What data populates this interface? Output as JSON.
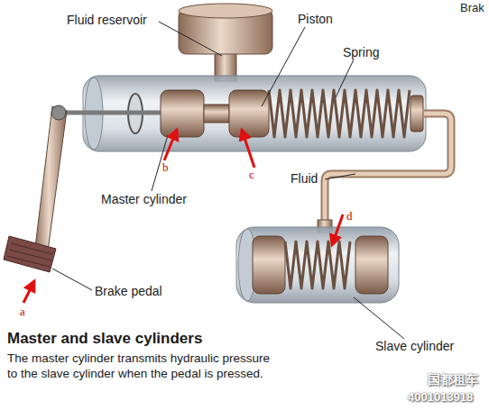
{
  "diagram": {
    "title": "Master and slave cylinders",
    "caption": "The master cylinder transmits hydraulic pressure to the slave cylinder when the pedal is pressed.",
    "labels": [
      "Fluid reservoir",
      "Piston",
      "Spring",
      "Brak",
      "b",
      "c",
      "Fluid",
      "Master cylinder",
      "d",
      "a",
      "Brake pedal",
      "Slave cylinder",
      "国都租车",
      "4001013918"
    ]
  }
}
